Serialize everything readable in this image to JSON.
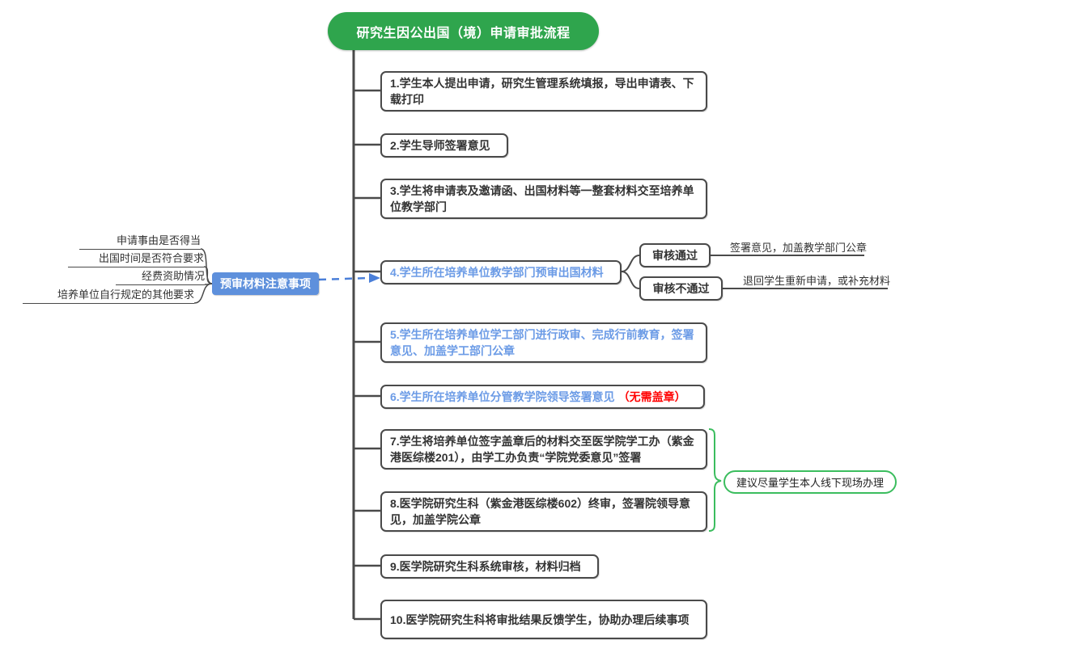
{
  "title": "研究生因公出国（境）申请审批流程",
  "steps": [
    {
      "text": "1.学生本人提出申请，研究生管理系统填报，导出申请表、下载打印"
    },
    {
      "text": "2.学生导师签署意见"
    },
    {
      "text": "3.学生将申请表及邀请函、出国材料等一整套材料交至培养单位教学部门"
    },
    {
      "text": "4.学生所在培养单位教学部门预审出国材料"
    },
    {
      "text": "5.学生所在培养单位学工部门进行政审、完成行前教育，签署意见、加盖学工部门公章"
    },
    {
      "text": "6.学生所在培养单位分管教学院领导签署意见",
      "suffix": "（无需盖章）"
    },
    {
      "text": "7.学生将培养单位签字盖章后的材料交至医学院学工办（紫金港医综楼201），由学工办负责“学院党委意见”签署"
    },
    {
      "text": "8.医学院研究生科（紫金港医综楼602）终审，签署院领导意见，加盖学院公章"
    },
    {
      "text": "9.医学院研究生科系统审核，材料归档"
    },
    {
      "text": "10.医学院研究生科将审批结果反馈学生，协助办理后续事项"
    }
  ],
  "precheck": {
    "label": "预审材料注意事项",
    "items": [
      "申请事由是否得当",
      "出国时间是否符合要求",
      "经费资助情况",
      "培养单位自行规定的其他要求"
    ]
  },
  "review": {
    "pass_label": "审核通过",
    "pass_outcome": "签署意见，加盖教学部门公章",
    "fail_label": "审核不通过",
    "fail_outcome": "退回学生重新申请，或补充材料"
  },
  "annotation": "建议尽量学生本人线下现场办理",
  "colors": {
    "title_green": "#2fa54d",
    "bracket_green": "#3bbd5e",
    "note_blue": "#5e90dc",
    "step_blue": "#6b9be6",
    "warning_red": "#ff0000",
    "line_gray": "#4a4a4a",
    "arrow_blue": "#4a7fd9"
  }
}
